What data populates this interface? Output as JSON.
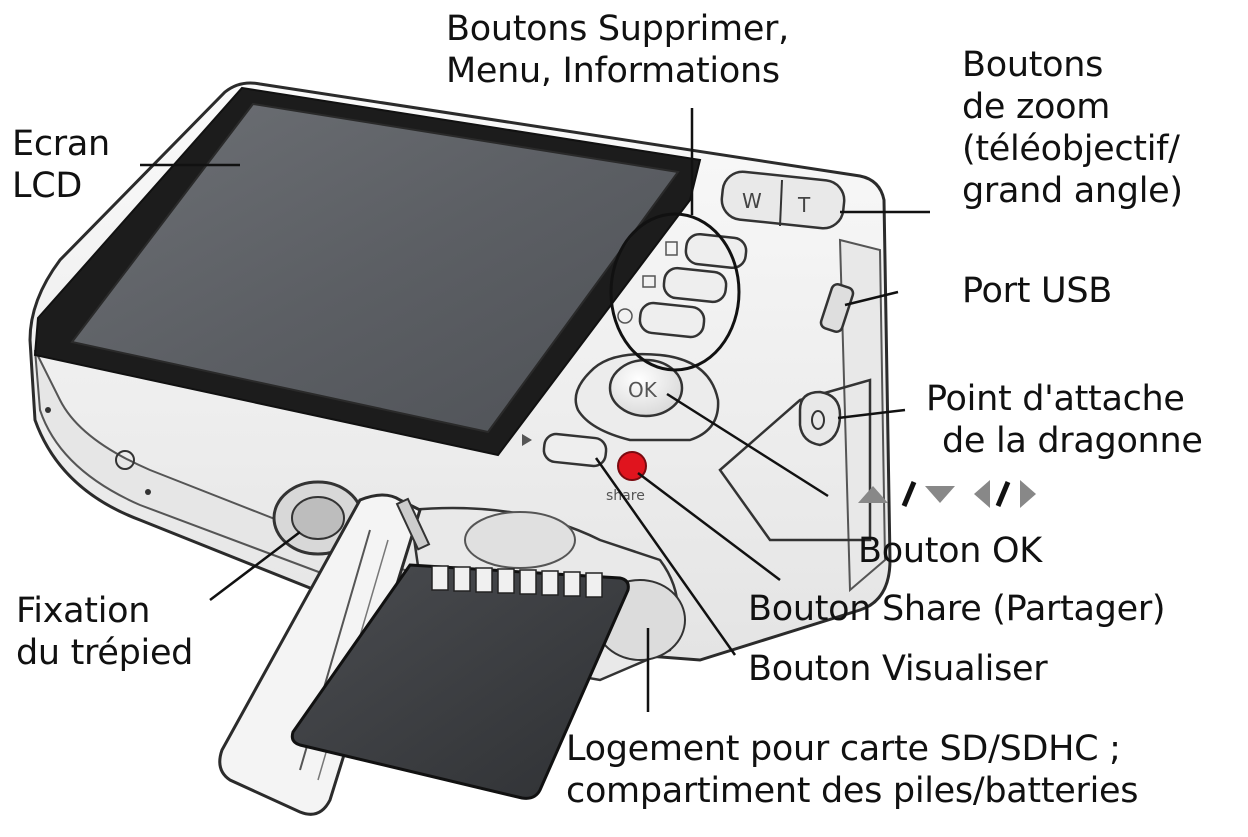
{
  "labels": {
    "ecran_lcd": [
      "Ecran",
      "LCD"
    ],
    "boutons_supprimer": [
      "Boutons Supprimer,",
      "Menu, Informations"
    ],
    "boutons_zoom": [
      "Boutons",
      "de zoom",
      "(téléobjectif/",
      "grand angle)"
    ],
    "port_usb": [
      "Port USB"
    ],
    "point_attache": [
      "Point d'attache",
      "de la dragonne"
    ],
    "bouton_ok": [
      "Bouton OK"
    ],
    "bouton_share": [
      "Bouton Share (Partager)"
    ],
    "bouton_visualiser": [
      "Bouton Visualiser"
    ],
    "logement_carte": [
      "Logement pour carte SD/SDHC ;",
      "compartiment des piles/batteries"
    ],
    "fixation_trepied": [
      "Fixation",
      "du trépied"
    ]
  },
  "camera_marks": {
    "zoom_wide": "W",
    "zoom_tele": "T",
    "ok": "OK",
    "share": "share"
  },
  "colors": {
    "share_button": "#e0141e",
    "lcd_screen": "#5a5d62",
    "camera_body": "#f2f2f2",
    "sd_card": "#3a3c40"
  }
}
